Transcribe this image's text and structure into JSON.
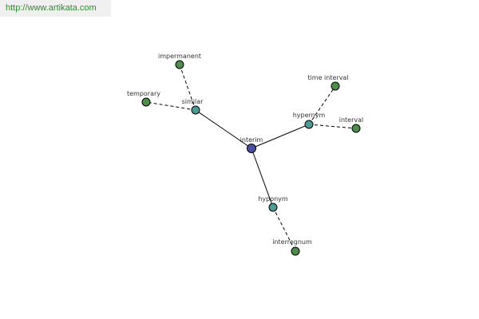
{
  "banner": {
    "url": "http://www.artikata.com"
  },
  "colors": {
    "center_node": "#4a4f9e",
    "relation_node": "#4f9a94",
    "word_node": "#4e8e4a",
    "edge": "#000000",
    "banner_text": "#2e8b2e"
  },
  "graph": {
    "nodes": [
      {
        "id": "interim",
        "label": "interim",
        "kind": "center"
      },
      {
        "id": "similar",
        "label": "similar",
        "kind": "relation"
      },
      {
        "id": "hypernym",
        "label": "hypernym",
        "kind": "relation"
      },
      {
        "id": "hyponym",
        "label": "hyponym",
        "kind": "relation"
      },
      {
        "id": "impermanent",
        "label": "impermanent",
        "kind": "word"
      },
      {
        "id": "temporary",
        "label": "temporary",
        "kind": "word"
      },
      {
        "id": "time_interval",
        "label": "time interval",
        "kind": "word"
      },
      {
        "id": "interval",
        "label": "interval",
        "kind": "word"
      },
      {
        "id": "interregnum",
        "label": "interregnum",
        "kind": "word"
      }
    ],
    "edges": [
      {
        "from": "interim",
        "to": "similar",
        "style": "solid"
      },
      {
        "from": "interim",
        "to": "hypernym",
        "style": "solid"
      },
      {
        "from": "interim",
        "to": "hyponym",
        "style": "solid"
      },
      {
        "from": "similar",
        "to": "impermanent",
        "style": "dashed"
      },
      {
        "from": "similar",
        "to": "temporary",
        "style": "dashed"
      },
      {
        "from": "hypernym",
        "to": "time_interval",
        "style": "dashed"
      },
      {
        "from": "hypernym",
        "to": "interval",
        "style": "dashed"
      },
      {
        "from": "hyponym",
        "to": "interregnum",
        "style": "dashed"
      }
    ]
  }
}
